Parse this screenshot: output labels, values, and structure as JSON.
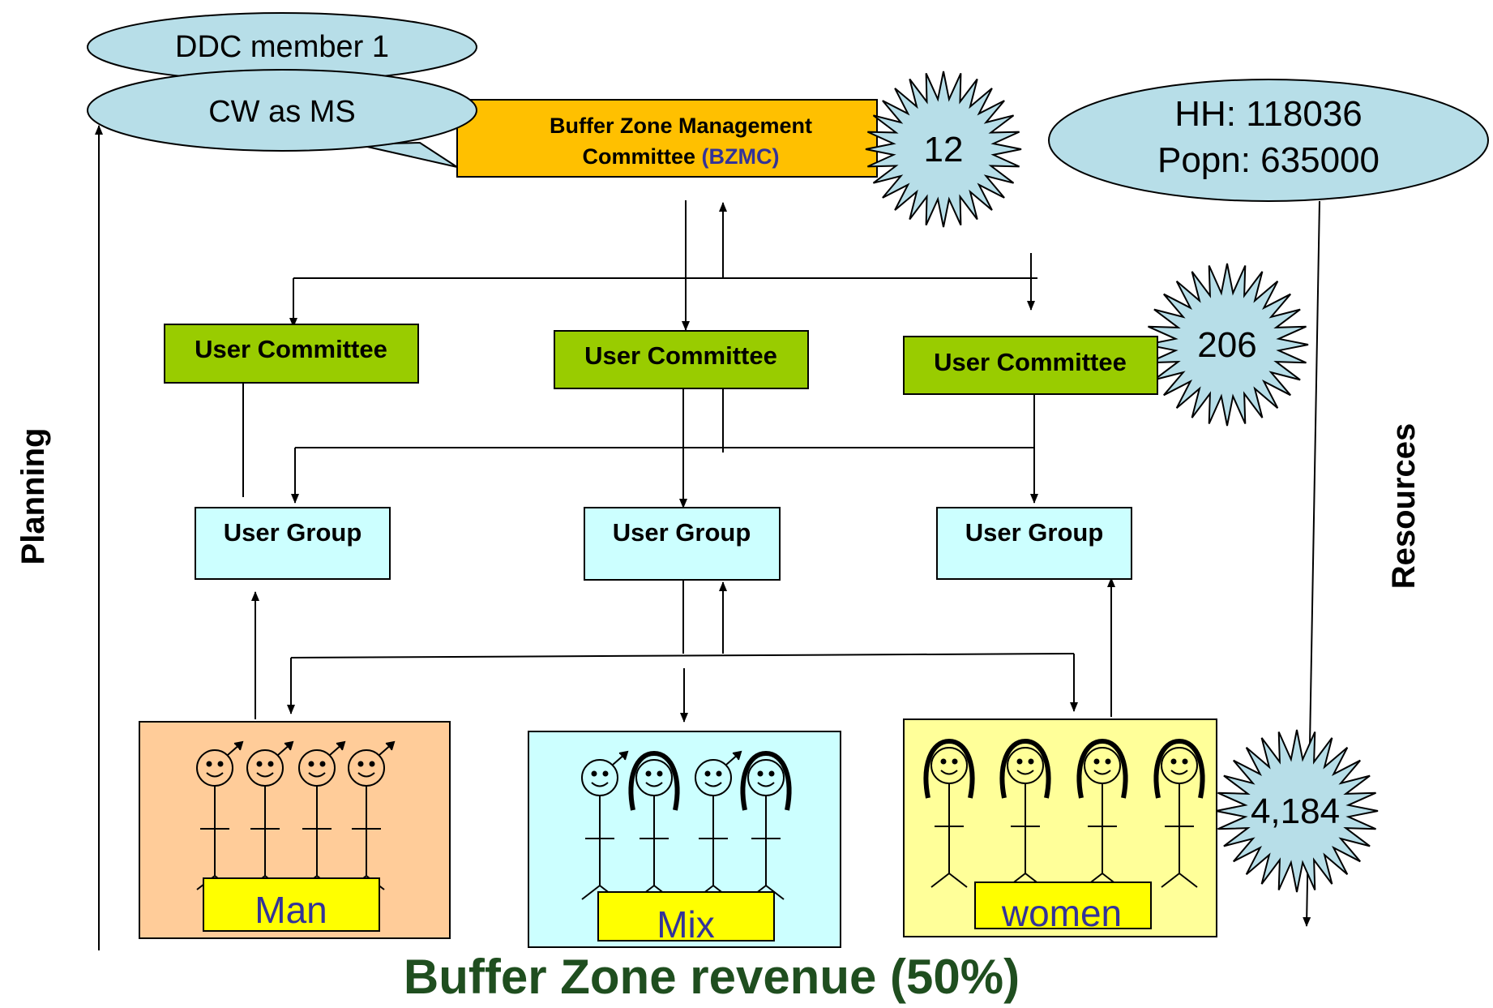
{
  "ddc_member": "DDC member 1",
  "cw_as_ms": "CW as MS",
  "bzmc": {
    "line1": "Buffer Zone Management",
    "line2_prefix": "Committee ",
    "line2_accent": "(BZMC)"
  },
  "counts": {
    "bzmc": "12",
    "user_committees": "206",
    "user_groups": "4,184"
  },
  "households": {
    "hh": "HH: 118036",
    "popn": "Popn: 635000"
  },
  "user_committees": [
    "User Committee",
    "User Committee",
    "User Committee"
  ],
  "user_groups": [
    "User Group",
    "User Group",
    "User Group"
  ],
  "member_groups": [
    "Man",
    "Mix",
    "women"
  ],
  "side_labels": {
    "left": "Planning",
    "right": "Resources"
  },
  "footer": "Buffer Zone revenue (50%)",
  "colors": {
    "bzmc_fill": "#FFC000",
    "bzmc_accent": "#333399",
    "committee_fill": "#99CC00",
    "group_fill": "#CCFFFF",
    "callout_fill": "#B7DEE8",
    "man_fill": "#FFCC99",
    "mix_fill": "#CCFFFF",
    "women_fill": "#FFFF99",
    "tag_fill": "#FFFF00",
    "tag_text": "#333399",
    "footer_text": "#1F4E1F"
  }
}
